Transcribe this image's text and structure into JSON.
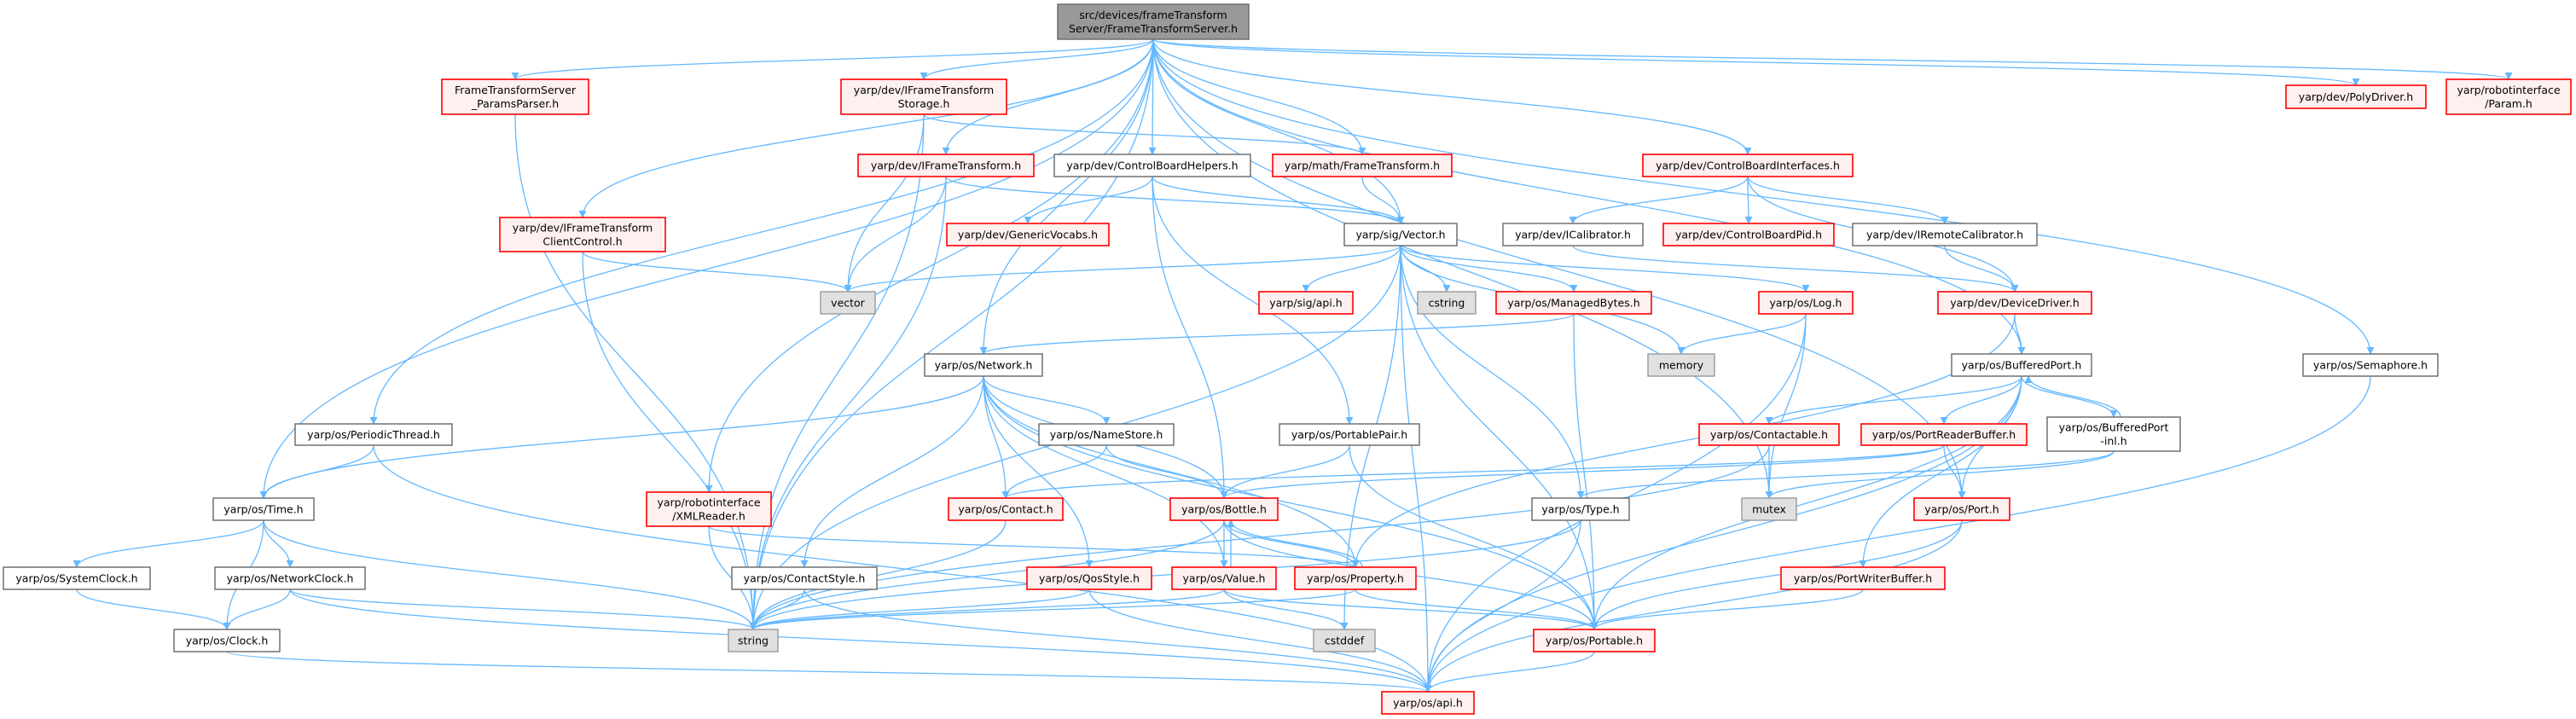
{
  "title": "src/devices/frameTransformServer/FrameTransformServer.h include graph",
  "colors": {
    "edge": "#63b8ff",
    "root_fill": "#999999",
    "root_stroke": "#666666",
    "red_fill": "#fff0f0",
    "red_stroke": "#ff0000",
    "white_fill": "#ffffff",
    "white_stroke": "#666666",
    "gray_fill": "#e0e0e0",
    "gray_stroke": "#999999"
  },
  "nodes": {
    "root": {
      "lines": [
        "src/devices/frameTransform",
        "Server/FrameTransformServer.h"
      ],
      "category": "root"
    },
    "params": {
      "lines": [
        "FrameTransformServer",
        "_ParamsParser.h"
      ],
      "category": "red"
    },
    "storage": {
      "lines": [
        "yarp/dev/IFrameTransform",
        "Storage.h"
      ],
      "category": "red"
    },
    "iframe": {
      "lines": [
        "yarp/dev/IFrameTransform.h"
      ],
      "category": "red"
    },
    "cbhelpers": {
      "lines": [
        "yarp/dev/ControlBoardHelpers.h"
      ],
      "category": "white"
    },
    "mathft": {
      "lines": [
        "yarp/math/FrameTransform.h"
      ],
      "category": "red"
    },
    "cbif": {
      "lines": [
        "yarp/dev/ControlBoardInterfaces.h"
      ],
      "category": "red"
    },
    "poly": {
      "lines": [
        "yarp/dev/PolyDriver.h"
      ],
      "category": "red"
    },
    "param": {
      "lines": [
        "yarp/robotinterface",
        "/Param.h"
      ],
      "category": "red"
    },
    "client": {
      "lines": [
        "yarp/dev/IFrameTransform",
        "ClientControl.h"
      ],
      "category": "red"
    },
    "vocabs": {
      "lines": [
        "yarp/dev/GenericVocabs.h"
      ],
      "category": "red"
    },
    "vector": {
      "lines": [
        "vector"
      ],
      "category": "gray"
    },
    "vec": {
      "lines": [
        "yarp/sig/Vector.h"
      ],
      "category": "white"
    },
    "ical": {
      "lines": [
        "yarp/dev/ICalibrator.h"
      ],
      "category": "white"
    },
    "pid": {
      "lines": [
        "yarp/dev/ControlBoardPid.h"
      ],
      "category": "red"
    },
    "irc": {
      "lines": [
        "yarp/dev/IRemoteCalibrator.h"
      ],
      "category": "white"
    },
    "sigapi": {
      "lines": [
        "yarp/sig/api.h"
      ],
      "category": "red"
    },
    "cstring": {
      "lines": [
        "cstring"
      ],
      "category": "gray"
    },
    "managed": {
      "lines": [
        "yarp/os/ManagedBytes.h"
      ],
      "category": "red"
    },
    "log": {
      "lines": [
        "yarp/os/Log.h"
      ],
      "category": "red"
    },
    "devdrv": {
      "lines": [
        "yarp/dev/DeviceDriver.h"
      ],
      "category": "red"
    },
    "memory": {
      "lines": [
        "memory"
      ],
      "category": "gray"
    },
    "bport": {
      "lines": [
        "yarp/os/BufferedPort.h"
      ],
      "category": "white"
    },
    "sema": {
      "lines": [
        "yarp/os/Semaphore.h"
      ],
      "category": "white"
    },
    "network": {
      "lines": [
        "yarp/os/Network.h"
      ],
      "category": "white"
    },
    "periodic": {
      "lines": [
        "yarp/os/PeriodicThread.h"
      ],
      "category": "white"
    },
    "namestore": {
      "lines": [
        "yarp/os/NameStore.h"
      ],
      "category": "white"
    },
    "portpair": {
      "lines": [
        "yarp/os/PortablePair.h"
      ],
      "category": "white"
    },
    "contactable": {
      "lines": [
        "yarp/os/Contactable.h"
      ],
      "category": "red"
    },
    "prb": {
      "lines": [
        "yarp/os/PortReaderBuffer.h"
      ],
      "category": "red"
    },
    "bpinl": {
      "lines": [
        "yarp/os/BufferedPort",
        "-inl.h"
      ],
      "category": "white"
    },
    "time": {
      "lines": [
        "yarp/os/Time.h"
      ],
      "category": "white"
    },
    "xml": {
      "lines": [
        "yarp/robotinterface",
        "/XMLReader.h"
      ],
      "category": "red"
    },
    "contact": {
      "lines": [
        "yarp/os/Contact.h"
      ],
      "category": "red"
    },
    "bottle": {
      "lines": [
        "yarp/os/Bottle.h"
      ],
      "category": "red"
    },
    "type": {
      "lines": [
        "yarp/os/Type.h"
      ],
      "category": "white"
    },
    "mutex": {
      "lines": [
        "mutex"
      ],
      "category": "gray"
    },
    "port": {
      "lines": [
        "yarp/os/Port.h"
      ],
      "category": "red"
    },
    "sysclock": {
      "lines": [
        "yarp/os/SystemClock.h"
      ],
      "category": "white"
    },
    "netclock": {
      "lines": [
        "yarp/os/NetworkClock.h"
      ],
      "category": "white"
    },
    "cstyle": {
      "lines": [
        "yarp/os/ContactStyle.h"
      ],
      "category": "white"
    },
    "qos": {
      "lines": [
        "yarp/os/QosStyle.h"
      ],
      "category": "red"
    },
    "value": {
      "lines": [
        "yarp/os/Value.h"
      ],
      "category": "red"
    },
    "property": {
      "lines": [
        "yarp/os/Property.h"
      ],
      "category": "red"
    },
    "pwb": {
      "lines": [
        "yarp/os/PortWriterBuffer.h"
      ],
      "category": "red"
    },
    "clock": {
      "lines": [
        "yarp/os/Clock.h"
      ],
      "category": "white"
    },
    "string": {
      "lines": [
        "string"
      ],
      "category": "gray"
    },
    "cstddef": {
      "lines": [
        "cstddef"
      ],
      "category": "gray"
    },
    "portable": {
      "lines": [
        "yarp/os/Portable.h"
      ],
      "category": "red"
    },
    "api": {
      "lines": [
        "yarp/os/api.h"
      ],
      "category": "red"
    }
  },
  "edges": [
    [
      "root",
      "params"
    ],
    [
      "root",
      "storage"
    ],
    [
      "root",
      "iframe"
    ],
    [
      "root",
      "cbhelpers"
    ],
    [
      "root",
      "mathft"
    ],
    [
      "root",
      "cbif"
    ],
    [
      "root",
      "poly"
    ],
    [
      "root",
      "param"
    ],
    [
      "root",
      "client"
    ],
    [
      "root",
      "vec"
    ],
    [
      "root",
      "network"
    ],
    [
      "root",
      "periodic"
    ],
    [
      "root",
      "time"
    ],
    [
      "root",
      "xml"
    ],
    [
      "root",
      "bport"
    ],
    [
      "root",
      "sema"
    ],
    [
      "root",
      "mutex"
    ],
    [
      "root",
      "port"
    ],
    [
      "root",
      "string"
    ],
    [
      "params",
      "string"
    ],
    [
      "storage",
      "vector"
    ],
    [
      "storage",
      "string"
    ],
    [
      "storage",
      "mathft"
    ],
    [
      "iframe",
      "vector"
    ],
    [
      "iframe",
      "string"
    ],
    [
      "iframe",
      "vec"
    ],
    [
      "cbhelpers",
      "vocabs"
    ],
    [
      "cbhelpers",
      "vec"
    ],
    [
      "cbhelpers",
      "bottle"
    ],
    [
      "cbhelpers",
      "portpair"
    ],
    [
      "mathft",
      "vec"
    ],
    [
      "cbif",
      "ical"
    ],
    [
      "cbif",
      "pid"
    ],
    [
      "cbif",
      "irc"
    ],
    [
      "cbif",
      "devdrv"
    ],
    [
      "client",
      "vector"
    ],
    [
      "client",
      "string"
    ],
    [
      "vec",
      "vector"
    ],
    [
      "vec",
      "sigapi"
    ],
    [
      "vec",
      "cstring"
    ],
    [
      "vec",
      "managed"
    ],
    [
      "vec",
      "log"
    ],
    [
      "vec",
      "memory"
    ],
    [
      "vec",
      "type"
    ],
    [
      "vec",
      "cstddef"
    ],
    [
      "vec",
      "string"
    ],
    [
      "vec",
      "portable"
    ],
    [
      "vec",
      "api"
    ],
    [
      "ical",
      "devdrv"
    ],
    [
      "irc",
      "devdrv"
    ],
    [
      "managed",
      "network"
    ],
    [
      "managed",
      "portable"
    ],
    [
      "log",
      "memory"
    ],
    [
      "log",
      "mutex"
    ],
    [
      "log",
      "api"
    ],
    [
      "devdrv",
      "bport"
    ],
    [
      "devdrv",
      "property"
    ],
    [
      "bport",
      "contactable"
    ],
    [
      "bport",
      "prb"
    ],
    [
      "bport",
      "bpinl"
    ],
    [
      "bport",
      "port"
    ],
    [
      "bport",
      "pwb"
    ],
    [
      "bport",
      "portable"
    ],
    [
      "bport",
      "api"
    ],
    [
      "bpinl",
      "bport"
    ],
    [
      "bpinl",
      "mutex"
    ],
    [
      "bpinl",
      "type"
    ],
    [
      "contactable",
      "mutex"
    ],
    [
      "contactable",
      "string"
    ],
    [
      "prb",
      "port"
    ],
    [
      "prb",
      "contact"
    ],
    [
      "prb",
      "bottle"
    ],
    [
      "port",
      "portable"
    ],
    [
      "port",
      "api"
    ],
    [
      "pwb",
      "portable"
    ],
    [
      "type",
      "string"
    ],
    [
      "type",
      "api"
    ],
    [
      "network",
      "time"
    ],
    [
      "network",
      "namestore"
    ],
    [
      "network",
      "contact"
    ],
    [
      "network",
      "bottle"
    ],
    [
      "network",
      "value"
    ],
    [
      "network",
      "property"
    ],
    [
      "network",
      "qos"
    ],
    [
      "network",
      "cstyle"
    ],
    [
      "network",
      "portable"
    ],
    [
      "namestore",
      "contact"
    ],
    [
      "namestore",
      "bottle"
    ],
    [
      "portpair",
      "bottle"
    ],
    [
      "portpair",
      "portable"
    ],
    [
      "periodic",
      "time"
    ],
    [
      "periodic",
      "api"
    ],
    [
      "time",
      "sysclock"
    ],
    [
      "time",
      "netclock"
    ],
    [
      "time",
      "clock"
    ],
    [
      "time",
      "string"
    ],
    [
      "sysclock",
      "clock"
    ],
    [
      "netclock",
      "clock"
    ],
    [
      "netclock",
      "string"
    ],
    [
      "netclock",
      "api"
    ],
    [
      "clock",
      "api"
    ],
    [
      "xml",
      "string"
    ],
    [
      "xml",
      "property"
    ],
    [
      "contact",
      "string"
    ],
    [
      "bottle",
      "string"
    ],
    [
      "bottle",
      "value"
    ],
    [
      "bottle",
      "property"
    ],
    [
      "bottle",
      "portable"
    ],
    [
      "value",
      "bottle"
    ],
    [
      "value",
      "string"
    ],
    [
      "value",
      "cstddef"
    ],
    [
      "value",
      "portable"
    ],
    [
      "property",
      "bottle"
    ],
    [
      "property",
      "string"
    ],
    [
      "property",
      "portable"
    ],
    [
      "qos",
      "string"
    ],
    [
      "qos",
      "api"
    ],
    [
      "cstyle",
      "string"
    ],
    [
      "cstyle",
      "api"
    ],
    [
      "portable",
      "api"
    ],
    [
      "sema",
      "api"
    ]
  ]
}
